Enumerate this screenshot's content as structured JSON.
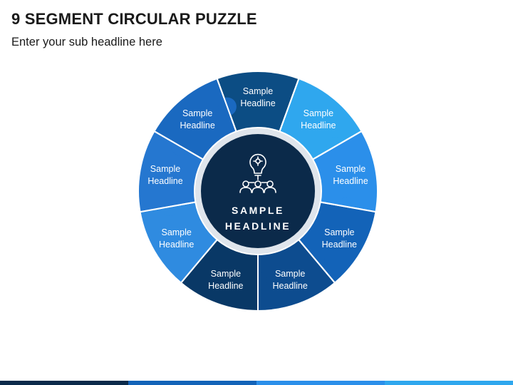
{
  "header": {
    "title": "9 SEGMENT CIRCULAR PUZZLE",
    "subtitle": "Enter your sub headline here"
  },
  "center": {
    "line1": "SAMPLE",
    "line2": "HEADLINE",
    "icon": "lightbulb-gear-team-icon",
    "color": "#0b2a4a"
  },
  "segments": [
    {
      "line1": "Sample",
      "line2": "Headline",
      "color": "#0c4d84"
    },
    {
      "line1": "Sample",
      "line2": "Headline",
      "color": "#2fa7ee"
    },
    {
      "line1": "Sample",
      "line2": "Headline",
      "color": "#2b8fea"
    },
    {
      "line1": "Sample",
      "line2": "Headline",
      "color": "#1363b8"
    },
    {
      "line1": "Sample",
      "line2": "Headline",
      "color": "#0d4c8f"
    },
    {
      "line1": "Sample",
      "line2": "Headline",
      "color": "#093866"
    },
    {
      "line1": "Sample",
      "line2": "Headline",
      "color": "#2f8be0"
    },
    {
      "line1": "Sample",
      "line2": "Headline",
      "color": "#2577d0"
    },
    {
      "line1": "Sample",
      "line2": "Headline",
      "color": "#1a69c0"
    }
  ],
  "ring_gap_color": "#dfe5ec",
  "bottom_bar_colors": [
    "#0b2a4a",
    "#1363b8",
    "#2b8fea",
    "#2fa7ee"
  ]
}
